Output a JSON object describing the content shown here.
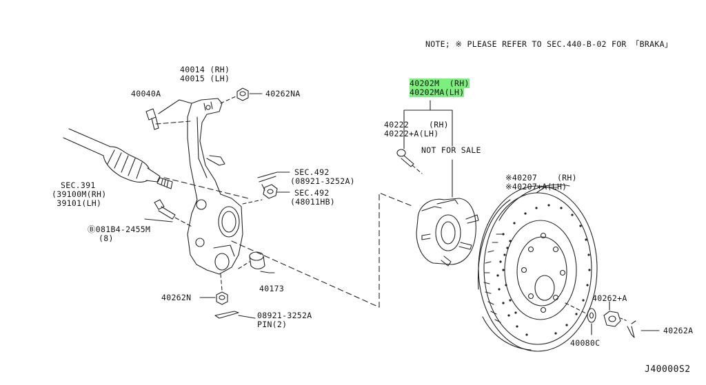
{
  "note": "NOTE; ※ PLEASE REFER TO SEC.440-B-02 FOR 「BRAKA」",
  "diagram_id": "J40000S2",
  "highlight_color": "#7cf07c",
  "labels": {
    "knuckle_rh": "40014 (RH)",
    "knuckle_lh": "40015 (LH)",
    "bolt_40040a": "40040A",
    "nut_40262na": "40262NA",
    "sec491_a": "SEC.492",
    "sec491_a_sub": "(08921-3252A)",
    "sec492_b": "SEC.492",
    "sec492_b_sub": "(48011HB)",
    "sec391": "SEC.391",
    "sec391_rh": "(39100M(RH)",
    "sec391_lh": " 39101(LH)",
    "bolt_081b4": "Ⓑ081B4-2455M",
    "bolt_081b4_qty": "(8)",
    "part_40173": "40173",
    "nut_40262n": "40262N",
    "pin_08921": "08921-3252A",
    "pin_qty": "PIN(2)",
    "hub_rh": "40202M  (RH)",
    "hub_lh": "40202MA(LH)",
    "stud_rh": "40222    (RH)",
    "stud_lh": "40222+A(LH)",
    "not_for_sale": "NOT FOR SALE",
    "rotor_rh": "※40207    (RH)",
    "rotor_lh": "※40207+A(LH)",
    "nut_40262plusa": "40262+A",
    "washer_40080c": "40080C",
    "pin_40262a": "40262A"
  }
}
